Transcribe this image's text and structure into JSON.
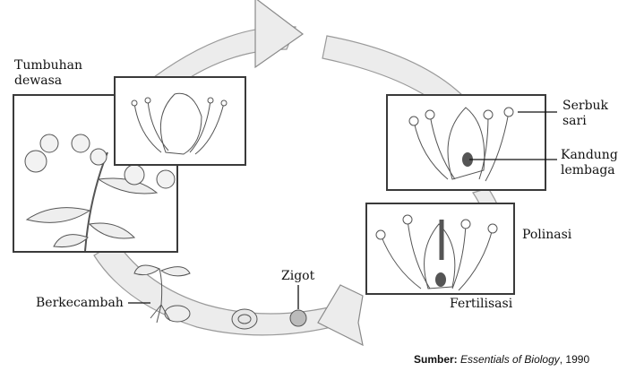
{
  "labels": {
    "mature_plant": [
      "Tumbuhan",
      "dewasa"
    ],
    "pollen": [
      "Serbuk",
      "sari"
    ],
    "embryo_sac": [
      "Kandung",
      "lembaga"
    ],
    "pollination": "Polinasi",
    "fertilization": "Fertilisasi",
    "zygote": "Zigot",
    "germination": "Berkecambah"
  },
  "source": {
    "prefix": "Sumber:",
    "title": "Essentials of Biology",
    "year": ", 1990"
  },
  "colors": {
    "cycle_fill": "#ececec",
    "cycle_stroke": "#9a9a9a",
    "panel_border": "#3a3a3a",
    "drawing": "#555555"
  }
}
